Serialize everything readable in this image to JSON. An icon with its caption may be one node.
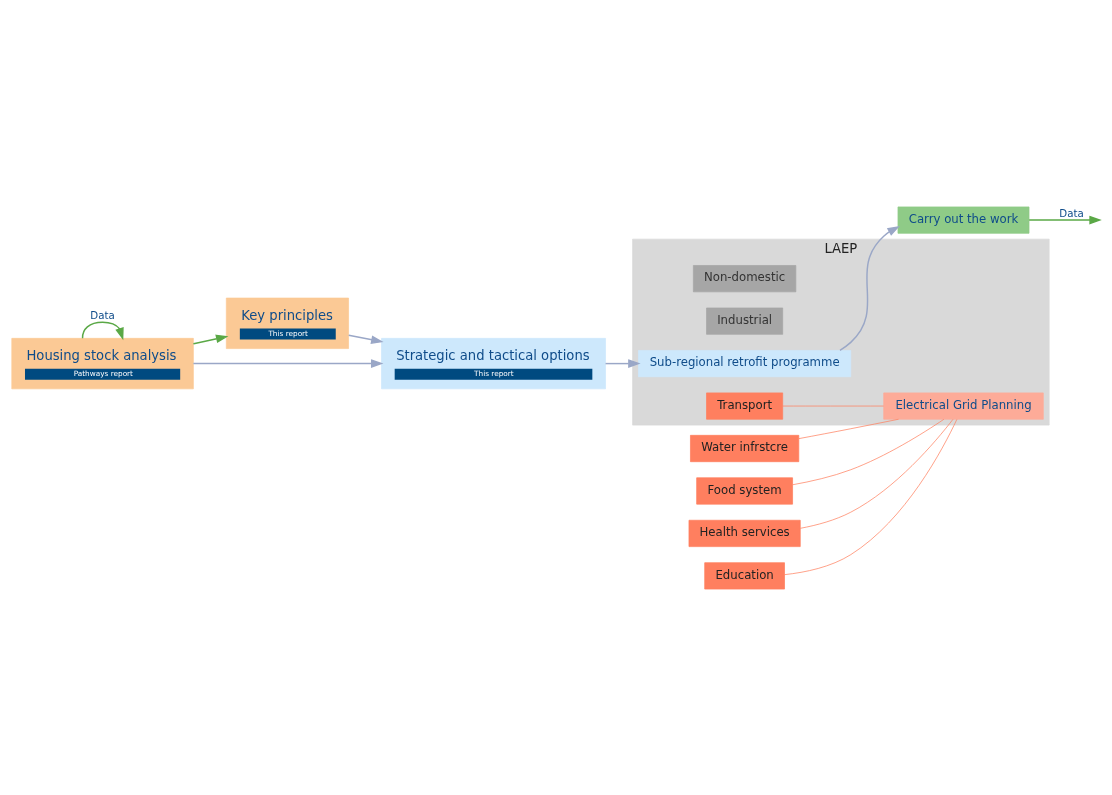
{
  "diagram": {
    "nodes": [
      {
        "text": [
          "Key principles",
          "This report"
        ]
      },
      {
        "text": [
          "Housing stock analysis",
          "Pathways report"
        ]
      },
      {
        "text": [
          "Strategic and tactical options",
          "This report"
        ]
      },
      {
        "text": [
          "LAEP"
        ]
      },
      {
        "text": [
          "Non-domestic"
        ],
        "in": 3
      },
      {
        "text": [
          "Industrial"
        ],
        "in": 3
      },
      {
        "text": [
          "Transport"
        ],
        "in": 3
      },
      {
        "text": [
          "Electrical Grid Planning"
        ],
        "in": 3
      },
      {
        "text": [
          "Sub-regional retrofit programme"
        ],
        "in": 3
      },
      {
        "text": [
          "Water infrstcre"
        ]
      },
      {
        "text": [
          "Food system"
        ]
      },
      {
        "text": [
          "Health services"
        ]
      },
      {
        "text": [
          "Education"
        ]
      },
      {
        "text": [
          "Carry out the work"
        ]
      }
    ],
    "edges": [
      {
        "from": 1,
        "to": 0,
        "arrow": "to",
        "color": "#5aa846"
      },
      {
        "from": 0,
        "to": 2,
        "arrow": "to",
        "color": "#9aa7c7"
      },
      {
        "from": 1,
        "to": 2,
        "arrow": "to",
        "color": "#9aa7c7"
      },
      {
        "from": 2,
        "to": 8,
        "arrow": "to",
        "color": "#9aa7c7"
      },
      {
        "from": 8,
        "to": 13,
        "arrow": "to",
        "color": "#9aa7c7"
      },
      {
        "from": 6,
        "to": 7,
        "arrow": "none",
        "color": "#ff7f5f"
      },
      {
        "from": 9,
        "to": 7,
        "arrow": "none",
        "color": "#ff7f5f"
      },
      {
        "from": 10,
        "to": 7,
        "arrow": "none",
        "color": "#ff7f5f"
      },
      {
        "from": 11,
        "to": 7,
        "arrow": "none",
        "color": "#ff7f5f"
      },
      {
        "from": 12,
        "to": 7,
        "arrow": "none",
        "color": "#ff7f5f"
      },
      {
        "from": 1,
        "to": 1,
        "arrow": "to",
        "label": "Data",
        "color": "#5aa846"
      },
      {
        "from": 13,
        "to": null,
        "arrow": "to",
        "label": "Data",
        "color": "#5aa846"
      }
    ]
  }
}
